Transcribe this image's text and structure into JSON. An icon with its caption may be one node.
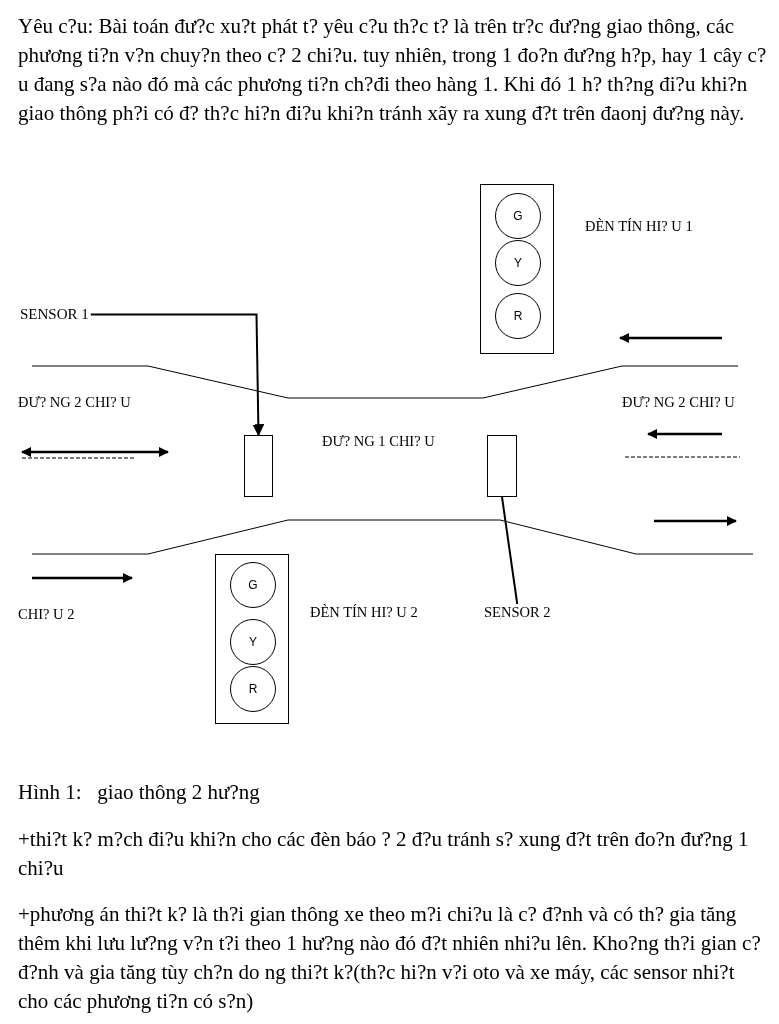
{
  "diagram": {
    "caption": "Hình 1:   giao thông 2 hư?ng",
    "nodes": [
      {
        "text": [],
        "shape": "box",
        "beside": [
          "ĐÈN TÍN HI? U 1"
        ]
      },
      {
        "text": [
          "G"
        ],
        "in": 0
      },
      {
        "text": [
          "Y"
        ],
        "in": 0
      },
      {
        "text": [
          "R"
        ],
        "in": 0
      },
      {
        "text": [
          "SENSOR 1"
        ]
      },
      {
        "text": [],
        "shape": "box"
      },
      {
        "text": [],
        "shape": "box"
      },
      {
        "text": [
          "SENSOR 2"
        ]
      },
      {
        "text": [],
        "shape": "box",
        "beside": [
          "ĐÈN TÍN HI? U 2"
        ]
      },
      {
        "text": [
          "G"
        ],
        "in": 8
      },
      {
        "text": [
          "Y"
        ],
        "in": 8
      },
      {
        "text": [
          "R"
        ],
        "in": 8
      }
    ],
    "edges": [
      {
        "from": 4,
        "to": 5,
        "arrow": "to"
      },
      {
        "from": 6,
        "to": 7,
        "arrow": "none"
      }
    ],
    "labels": [
      "Yêu c?u: Bài toán đư?c xu?t phát t? yêu c?u th?c t? là trên tr?c đư?ng giao thông, các phương ti?n v?n chuy?n theo c? 2 chi?u. tuy nhiên, trong 1 đo?n đư?ng h?p, hay 1 cây c?u đang s?a nào đó mà các phương ti?n ch?đi theo hàng 1. Khi đó 1 h? th?ng đi?u khi?n giao thông ph?i có đ? th?c hi?n đi?u khi?n tránh xãy ra xung đ?t trên đaonj đư?ng này.",
      "ĐƯ? NG 2 CHI? U",
      "ĐƯ? NG 2 CHI? U",
      "ĐƯ? NG 1 CHI? U",
      "CHI? U 2",
      "+thi?t k? m?ch đi?u khi?n cho các đèn báo ? 2 đ?u tránh s? xung đ?t trên đo?n đư?ng 1 chi?u",
      "+phương án thi?t k? là th?i gian thông xe theo m?i chi?u là c? đ?nh và có th? gia tăng thêm khi lưu lư?ng v?n t?i theo 1 hư?ng nào đó đ?t nhiên nhi?u lên. Kho?ng th?i gian c? đ?nh và gia tăng tùy ch?n do ng thi?t k?(th?c hi?n v?i oto và xe máy, các sensor nhi?t cho các phương ti?n có s?n)"
    ]
  }
}
